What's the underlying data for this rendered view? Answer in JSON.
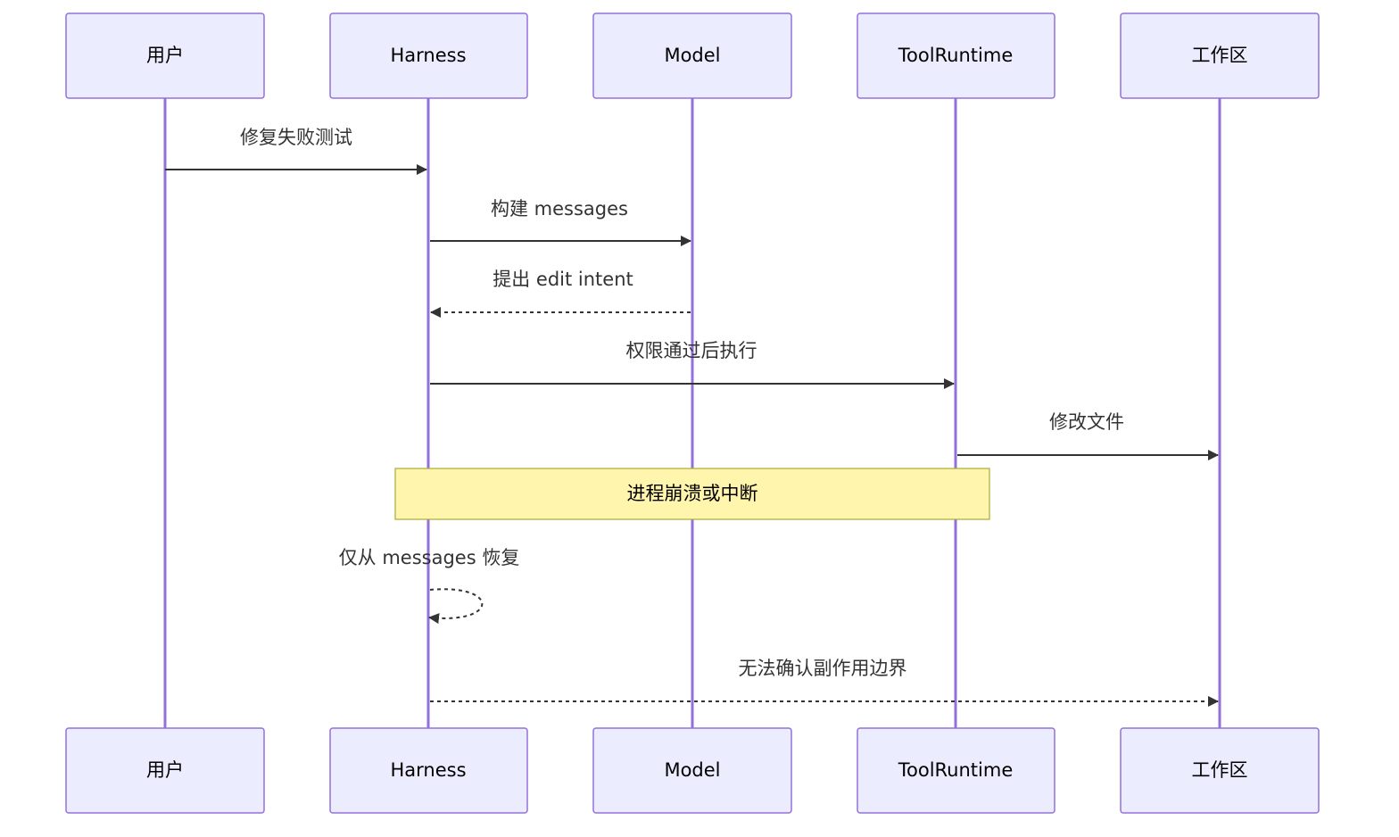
{
  "participants": [
    {
      "id": "user",
      "label": "用户"
    },
    {
      "id": "harness",
      "label": "Harness"
    },
    {
      "id": "model",
      "label": "Model"
    },
    {
      "id": "toolruntime",
      "label": "ToolRuntime"
    },
    {
      "id": "workspace",
      "label": "工作区"
    }
  ],
  "messages": [
    {
      "from": "user",
      "to": "harness",
      "label": "修复失败测试",
      "style": "solid"
    },
    {
      "from": "harness",
      "to": "model",
      "label": "构建 messages",
      "style": "solid"
    },
    {
      "from": "model",
      "to": "harness",
      "label": "提出 edit intent",
      "style": "dashed"
    },
    {
      "from": "harness",
      "to": "toolruntime",
      "label": "权限通过后执行",
      "style": "solid"
    },
    {
      "from": "toolruntime",
      "to": "workspace",
      "label": "修改文件",
      "style": "solid"
    }
  ],
  "note": {
    "label": "进程崩溃或中断",
    "over": [
      "harness",
      "toolruntime"
    ]
  },
  "self_message": {
    "actor": "harness",
    "label": "仅从 messages 恢复",
    "style": "dashed"
  },
  "final_message": {
    "from": "harness",
    "to": "workspace",
    "label": "无法确认副作用边界",
    "style": "dashed"
  },
  "colors": {
    "actor_fill": "#ececff",
    "actor_stroke": "#9370db",
    "lifeline": "#9370db",
    "arrow": "#333333",
    "note_fill": "#fff5ad",
    "note_stroke": "#aaaa33"
  }
}
